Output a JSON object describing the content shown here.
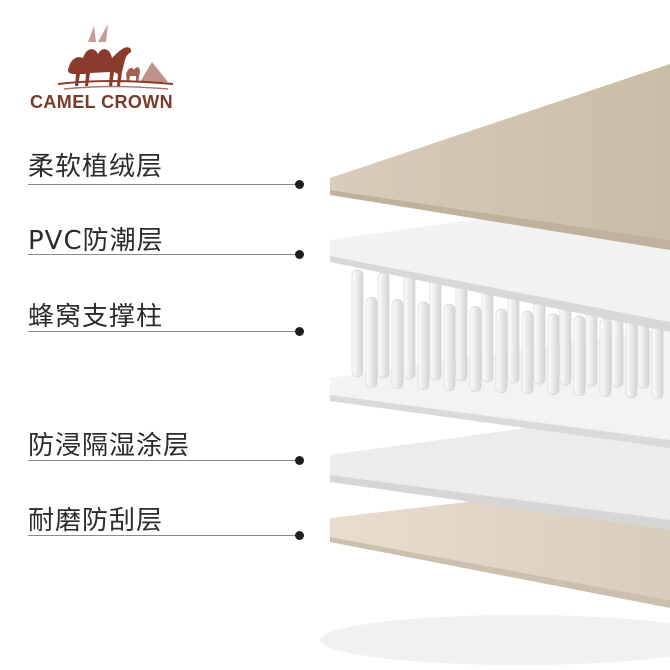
{
  "brand": {
    "name": "CAMEL CROWN",
    "logo_icon": "camel-logo-icon",
    "color": "#7a3a2a"
  },
  "layers": [
    {
      "label": "柔软植绒层",
      "color": "#d7cbb8"
    },
    {
      "label": "PVC防潮层",
      "color": "#efefee"
    },
    {
      "label": "蜂窝支撑柱",
      "color": "#f4f4f4"
    },
    {
      "label": "防浸隔湿涂层",
      "color": "#ededec"
    },
    {
      "label": "耐磨防刮层",
      "color": "#e3d7c9"
    }
  ]
}
